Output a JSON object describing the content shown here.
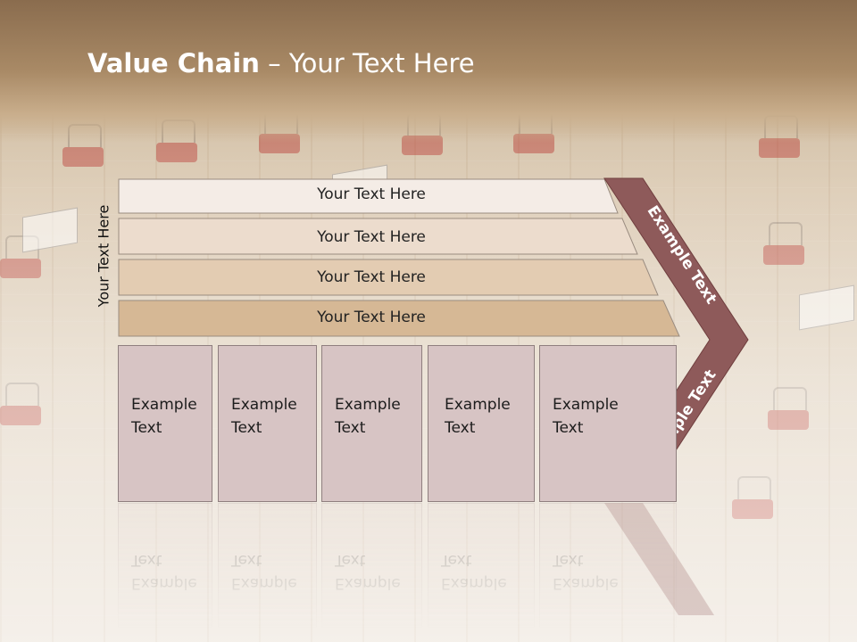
{
  "slide": {
    "title_bold": "Value Chain",
    "title_rest": " – Your Text Here",
    "vertical_label": "Your Text Here"
  },
  "bars": [
    {
      "label": "Your Text Here",
      "fill": "#f4ece6"
    },
    {
      "label": "Your Text Here",
      "fill": "#ecdccd"
    },
    {
      "label": "Your Text Here",
      "fill": "#e3ccb2"
    },
    {
      "label": "Your Text Here",
      "fill": "#d6b895"
    }
  ],
  "boxes": [
    {
      "label": "Example\nText"
    },
    {
      "label": "Example\nText"
    },
    {
      "label": "Example\nText"
    },
    {
      "label": "Example\nText"
    },
    {
      "label": "Example\nText"
    }
  ],
  "chevron": {
    "top_label": "Example Text",
    "bottom_label": "Example Text",
    "fill": "#8e5a5a"
  },
  "colors": {
    "box_fill": "#d7c4c4",
    "header": "#a98a66"
  }
}
